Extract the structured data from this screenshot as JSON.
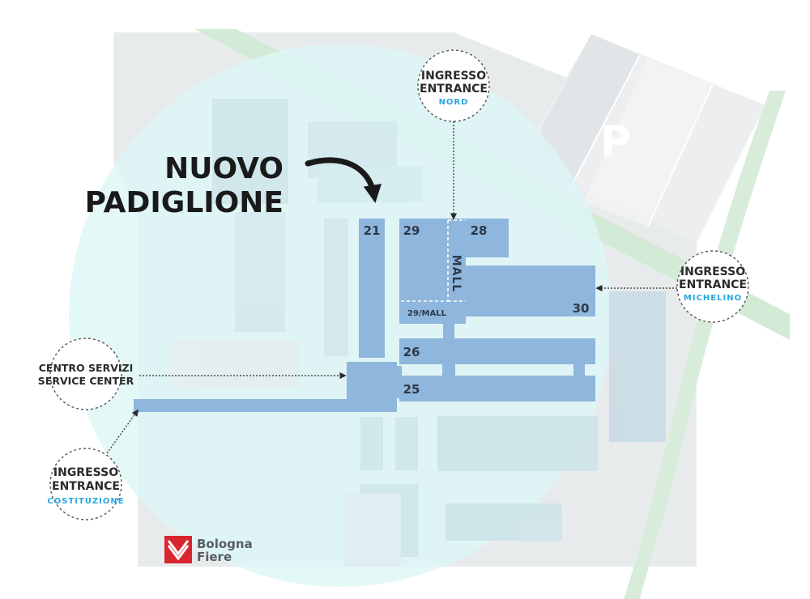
{
  "headline": {
    "line1": "NUOVO",
    "line2": "PADIGLIONE"
  },
  "halls": {
    "h21": "21",
    "h29": "29",
    "h28": "28",
    "h30": "30",
    "h26": "26",
    "h25": "25",
    "mall": "MALL",
    "mall29": "29/MALL"
  },
  "parking": "P",
  "entrances": {
    "nord": {
      "line1": "INGRESSO",
      "line2": "ENTRANCE",
      "name": "NORD"
    },
    "michelino": {
      "line1": "INGRESSO",
      "line2": "ENTRANCE",
      "name": "MICHELINO"
    },
    "costituzione": {
      "line1": "INGRESSO",
      "line2": "ENTRANCE",
      "name": "COSTITUZIONE"
    }
  },
  "service_center": {
    "line1": "CENTRO SERVIZI",
    "line2": "SERVICE CENTER"
  },
  "logo": {
    "line1": "Bologna",
    "line2": "Fiere"
  },
  "colors": {
    "hall": "#8fb6dc",
    "accent": "#29a7de",
    "circle": "#dff7f7",
    "green": "#cfe8d2",
    "logo_red": "#d8262f"
  }
}
